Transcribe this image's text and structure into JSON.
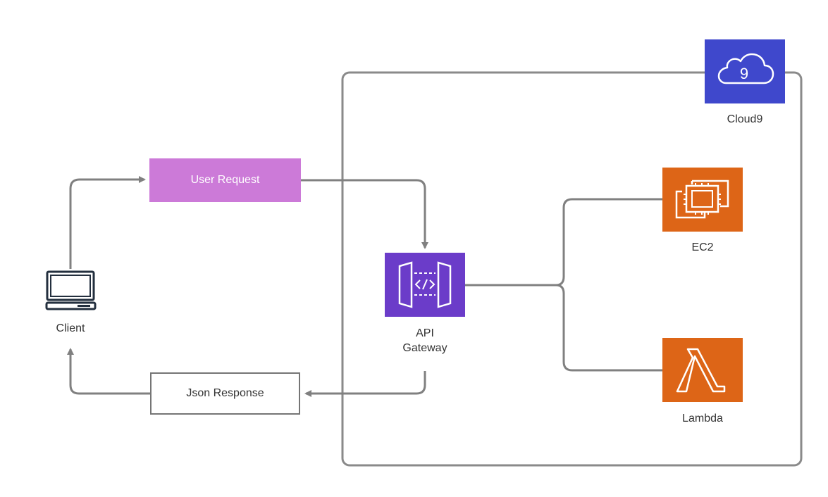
{
  "nodes": {
    "client": {
      "label": "Client",
      "icon": "desktop-computer-icon"
    },
    "user_request": {
      "label": "User Request",
      "color": "#cc7ad8"
    },
    "json_response": {
      "label": "Json Response"
    },
    "api_gateway": {
      "label_line1": "API",
      "label_line2": "Gateway",
      "icon": "api-gateway-icon",
      "color": "#6b3cc9"
    },
    "ec2": {
      "label": "EC2",
      "icon": "ec2-chip-icon",
      "color": "#dd6517"
    },
    "lambda": {
      "label": "Lambda",
      "icon": "lambda-icon",
      "color": "#dd6517"
    },
    "cloud9": {
      "label": "Cloud9",
      "icon": "cloud9-icon",
      "color": "#3f48cc"
    }
  },
  "colors": {
    "connector": "#808080",
    "container_border": "#8a8a8a"
  }
}
